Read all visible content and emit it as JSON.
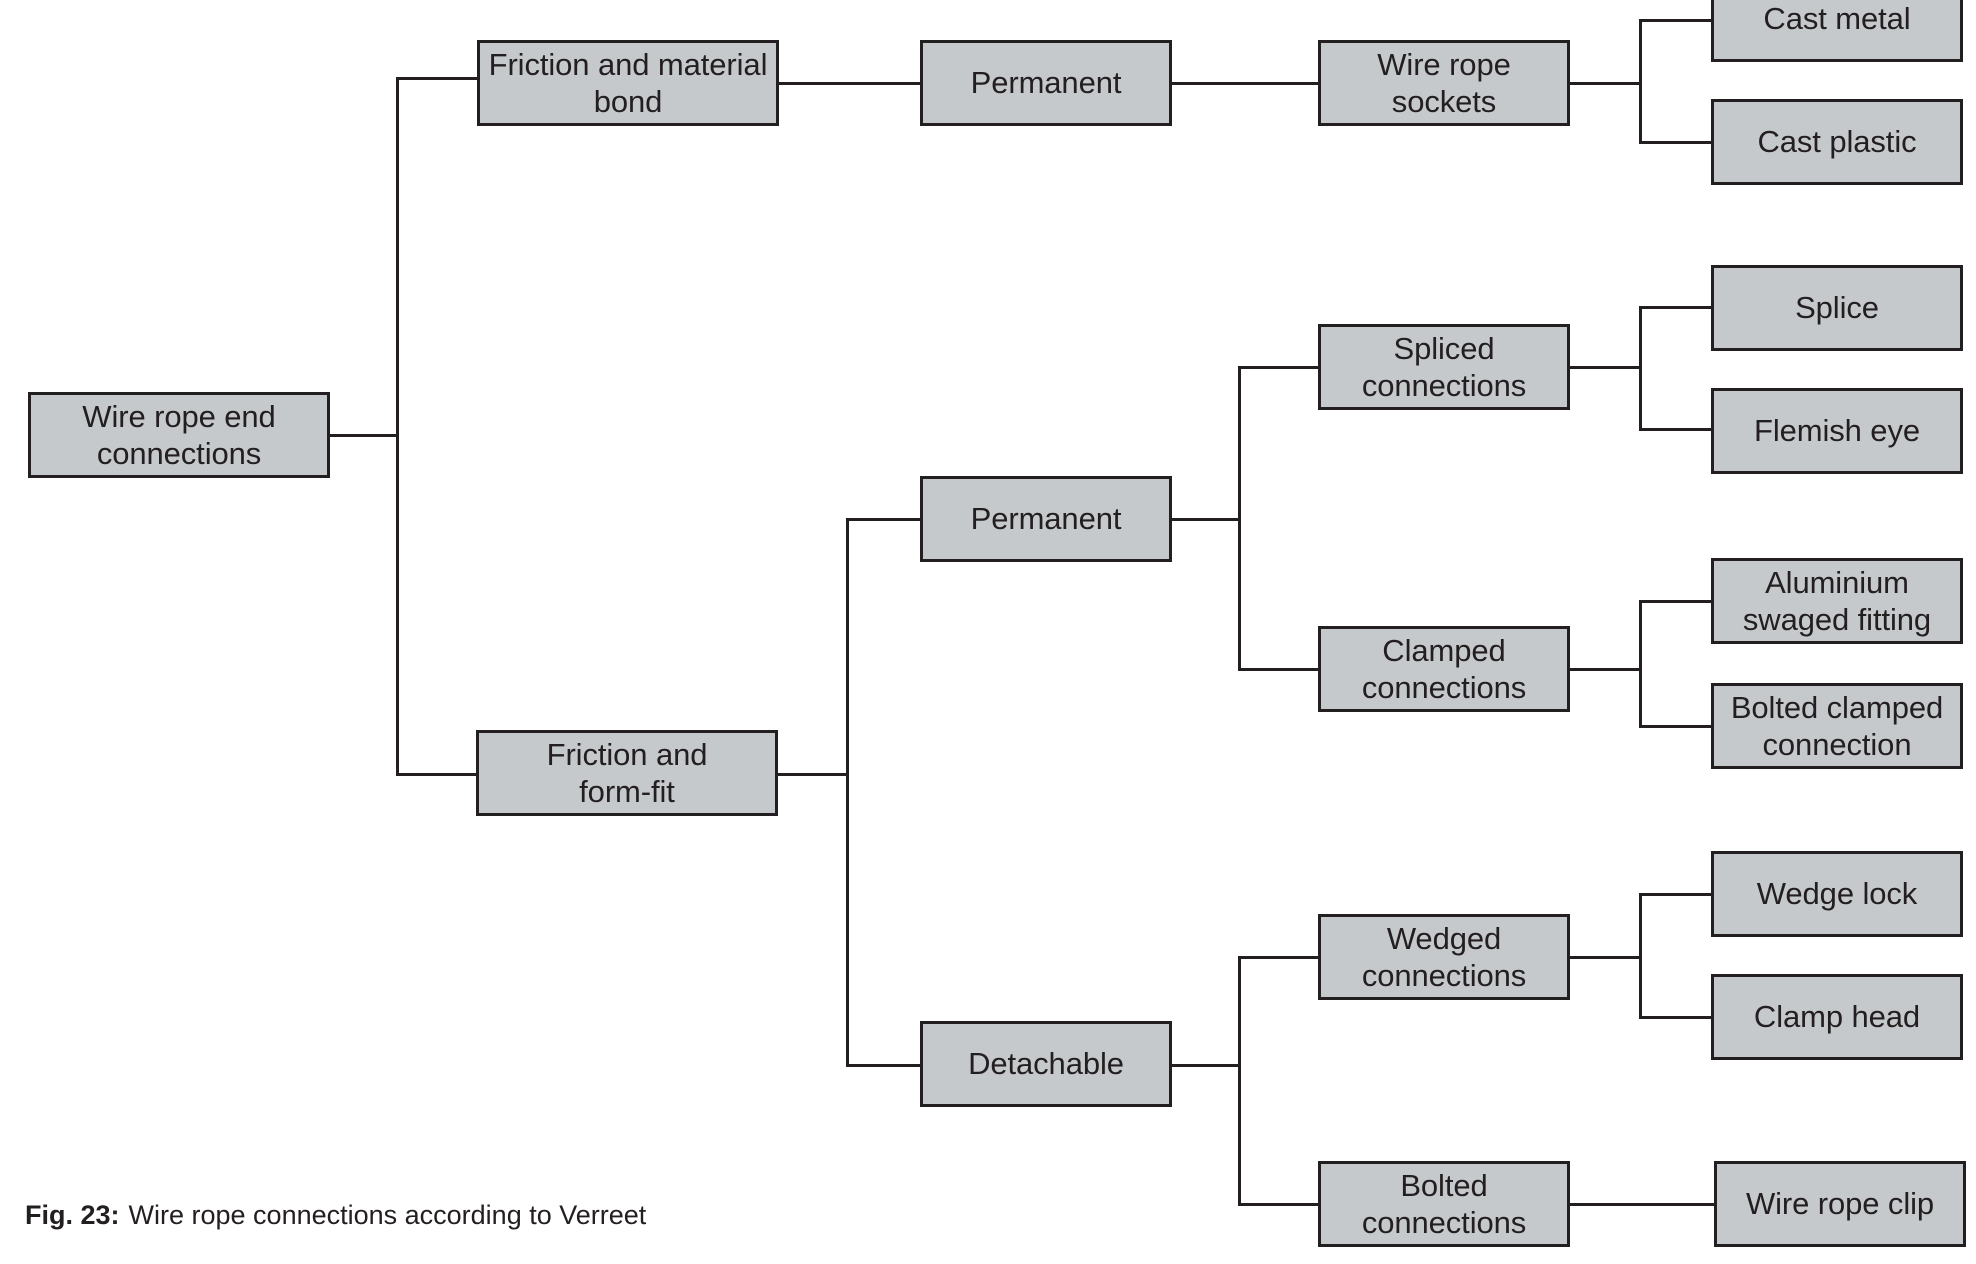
{
  "figure": {
    "label": "Fig. 23:",
    "caption": "Wire rope connections according to Verreet"
  },
  "tree": {
    "root": {
      "label": "Wire rope end\nconnections"
    },
    "level1": [
      {
        "label": "Friction and material\nbond"
      },
      {
        "label": "Friction and\nform-fit"
      }
    ],
    "level2": [
      {
        "label": "Permanent"
      },
      {
        "label": "Permanent"
      },
      {
        "label": "Detachable"
      }
    ],
    "level3": [
      {
        "label": "Wire rope\nsockets"
      },
      {
        "label": "Spliced\nconnections"
      },
      {
        "label": "Clamped\nconnections"
      },
      {
        "label": "Wedged\nconnections"
      },
      {
        "label": "Bolted\nconnections"
      }
    ],
    "level4": [
      {
        "label": "Cast metal"
      },
      {
        "label": "Cast plastic"
      },
      {
        "label": "Splice"
      },
      {
        "label": "Flemish eye"
      },
      {
        "label": "Aluminium\nswaged fitting"
      },
      {
        "label": "Bolted clamped\nconnection"
      },
      {
        "label": "Wedge lock"
      },
      {
        "label": "Clamp head"
      },
      {
        "label": "Wire rope clip"
      }
    ]
  },
  "colors": {
    "node_fill": "#c6c9cc",
    "node_border": "#231f20",
    "text": "#231f20",
    "background": "#ffffff"
  }
}
